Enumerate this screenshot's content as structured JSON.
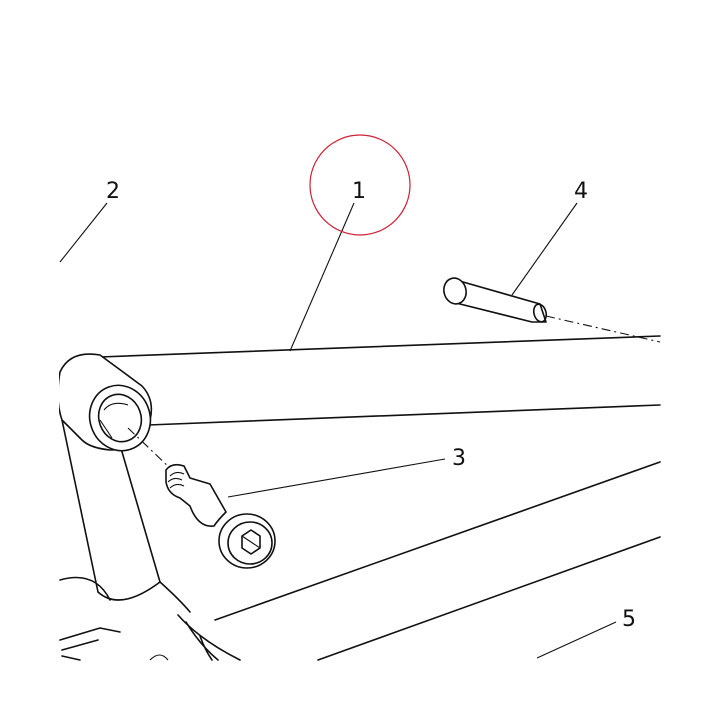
{
  "diagram": {
    "callouts": [
      {
        "id": "1",
        "label": "1"
      },
      {
        "id": "2",
        "label": "2"
      },
      {
        "id": "3",
        "label": "3"
      },
      {
        "id": "4",
        "label": "4"
      },
      {
        "id": "5",
        "label": "5"
      }
    ],
    "highlight_color": "#cc2233",
    "line_color": "#111111"
  }
}
